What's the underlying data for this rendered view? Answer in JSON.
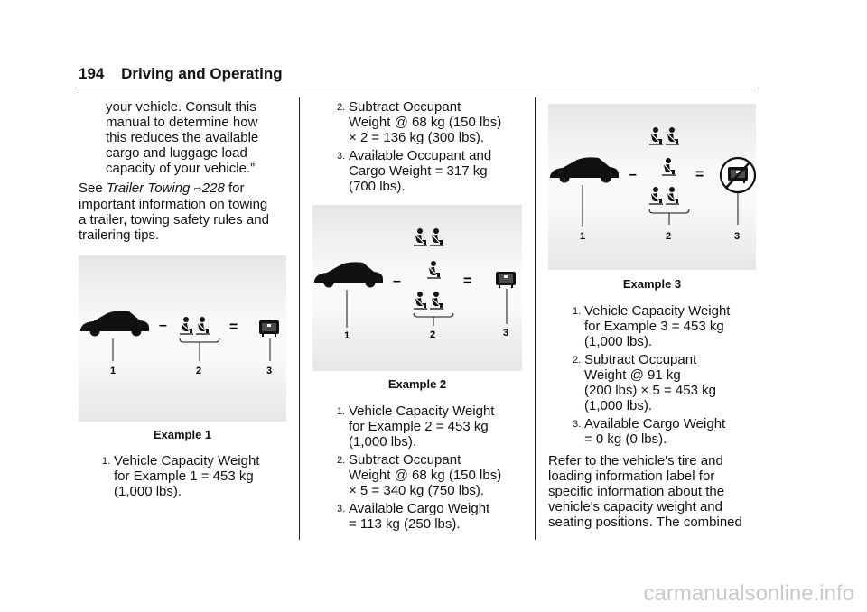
{
  "header": {
    "page_number": "194",
    "title": "Driving and Operating"
  },
  "col1": {
    "quote_lines": [
      "your vehicle. Consult this",
      "manual to determine how",
      "this reduces the available",
      "cargo and luggage load",
      "capacity of your vehicle.”"
    ],
    "see_prefix": "See ",
    "see_link": "Trailer Towing",
    "see_arrow": "⇨",
    "see_page": "228",
    "see_after": " for",
    "see_lines": [
      "important information on towing",
      "a trailer, towing safety rules and",
      "trailering tips."
    ],
    "figure": {
      "caption": "Example 1",
      "labels": [
        "1",
        "2",
        "3"
      ],
      "minus": "–",
      "equals": "="
    },
    "items": [
      {
        "num": "1.",
        "lines": [
          "Vehicle Capacity Weight",
          "for Example 1 = 453 kg",
          "(1,000 lbs)."
        ]
      }
    ]
  },
  "col2": {
    "items_top": [
      {
        "num": "2.",
        "lines": [
          "Subtract Occupant",
          "Weight @ 68 kg (150 lbs)",
          "× 2 = 136 kg (300 lbs)."
        ]
      },
      {
        "num": "3.",
        "lines": [
          "Available Occupant and",
          "Cargo Weight = 317 kg",
          "(700 lbs)."
        ]
      }
    ],
    "figure": {
      "caption": "Example 2",
      "labels": [
        "1",
        "2",
        "3"
      ],
      "minus": "–",
      "equals": "="
    },
    "items": [
      {
        "num": "1.",
        "lines": [
          "Vehicle Capacity Weight",
          "for Example 2 = 453 kg",
          "(1,000 lbs)."
        ]
      },
      {
        "num": "2.",
        "lines": [
          "Subtract Occupant",
          "Weight @ 68 kg (150 lbs)",
          "× 5 = 340 kg (750 lbs)."
        ]
      },
      {
        "num": "3.",
        "lines": [
          "Available Cargo Weight",
          "= 113 kg (250 lbs)."
        ]
      }
    ]
  },
  "col3": {
    "figure": {
      "caption": "Example 3",
      "labels": [
        "1",
        "2",
        "3"
      ],
      "minus": "–",
      "equals": "="
    },
    "items": [
      {
        "num": "1.",
        "lines": [
          "Vehicle Capacity Weight",
          "for Example 3 = 453 kg",
          "(1,000 lbs)."
        ]
      },
      {
        "num": "2.",
        "lines": [
          "Subtract Occupant",
          "Weight @ 91 kg",
          "(200 lbs) × 5 = 453 kg",
          "(1,000 lbs)."
        ]
      },
      {
        "num": "3.",
        "lines": [
          "Available Cargo Weight",
          "= 0 kg (0 lbs)."
        ]
      }
    ],
    "para_lines": [
      "Refer to the vehicle's tire and",
      "loading information label for",
      "specific information about the",
      "vehicle's capacity weight and",
      "seating positions. The combined"
    ]
  },
  "watermark": "carmanualsonline.info"
}
